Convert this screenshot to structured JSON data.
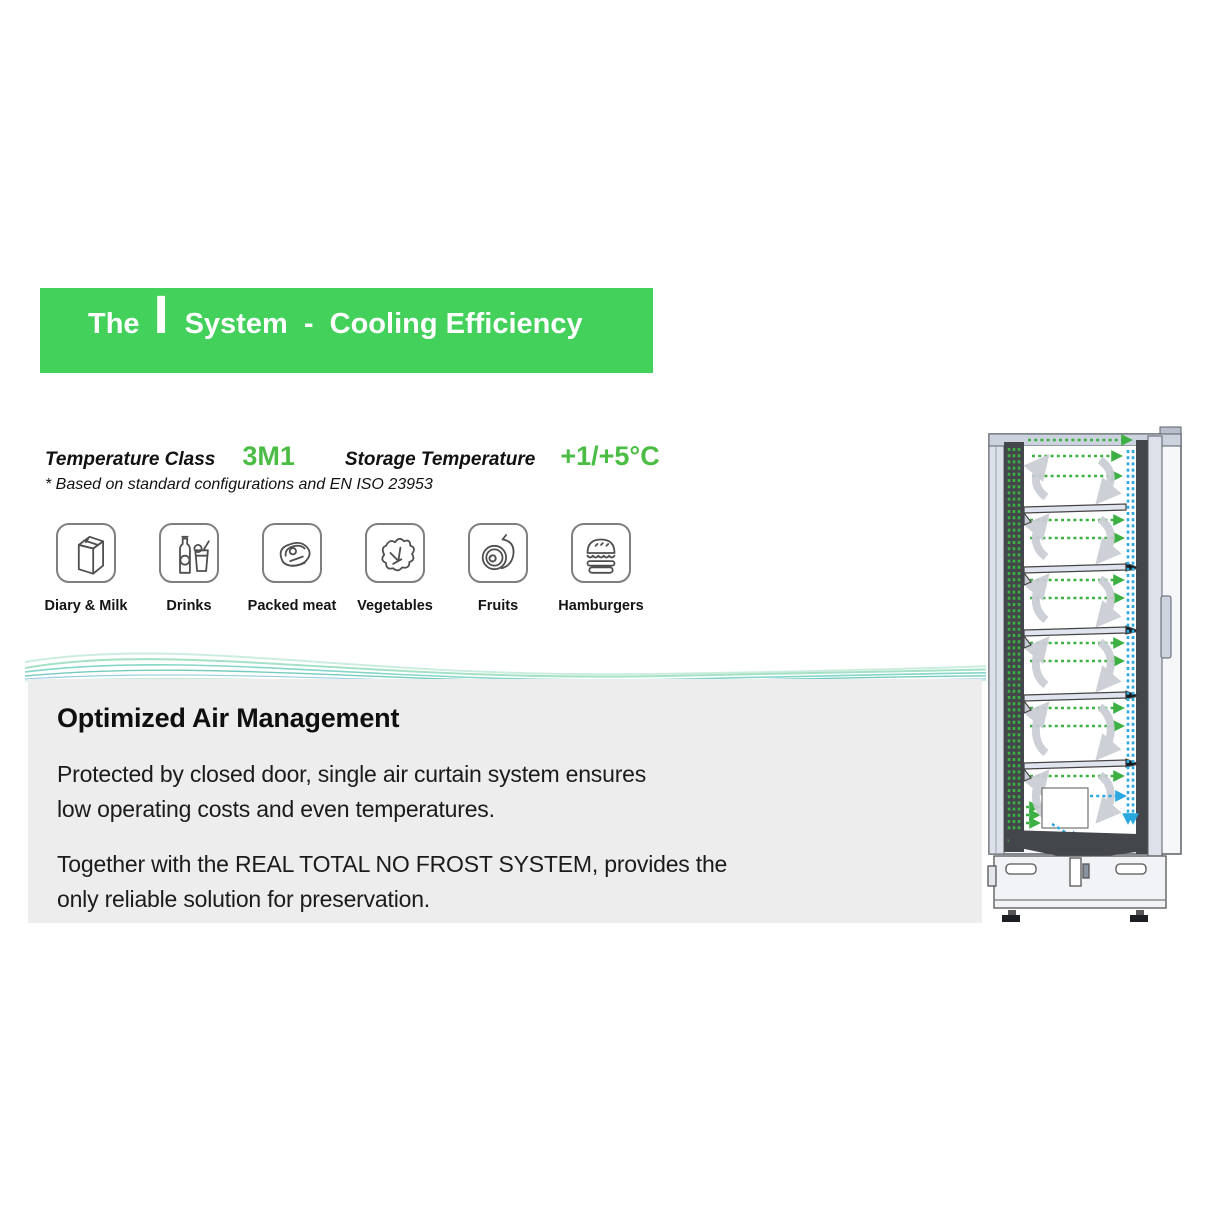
{
  "banner": {
    "prefix": "The",
    "brand_letter": "I",
    "suffix": "System  -  Cooling Efficiency",
    "bg_color": "#43d15c"
  },
  "specs": {
    "temp_class_label": "Temperature Class",
    "temp_class_value": "3M1",
    "storage_label": "Storage Temperature",
    "storage_value": "+1/+5°C",
    "footnote": "* Based on standard configurations and EN ISO 23953",
    "accent_color": "#4cbd44"
  },
  "categories": [
    {
      "label": "Diary & Milk",
      "icon": "milk-carton-icon"
    },
    {
      "label": "Drinks",
      "icon": "drinks-icon"
    },
    {
      "label": "Packed meat",
      "icon": "steak-icon"
    },
    {
      "label": "Vegetables",
      "icon": "lettuce-icon"
    },
    {
      "label": "Fruits",
      "icon": "peach-icon"
    },
    {
      "label": "Hamburgers",
      "icon": "hamburger-icon"
    }
  ],
  "section": {
    "title": "Optimized Air Management",
    "para1_lines": [
      "Protected by closed door, single air curtain system ensures",
      "low operating costs and even temperatures."
    ],
    "para2_lines": [
      "Together with the REAL TOTAL NO FROST SYSTEM, provides the",
      "only reliable solution for preservation."
    ]
  },
  "diagram": {
    "name": "single-air-curtain-airflow-diagram",
    "cold_air_color": "#3cb043",
    "air_curtain_color": "#2aa9e0",
    "circulation_arrow_color": "#c9cdd3",
    "shelf_count": 5
  }
}
